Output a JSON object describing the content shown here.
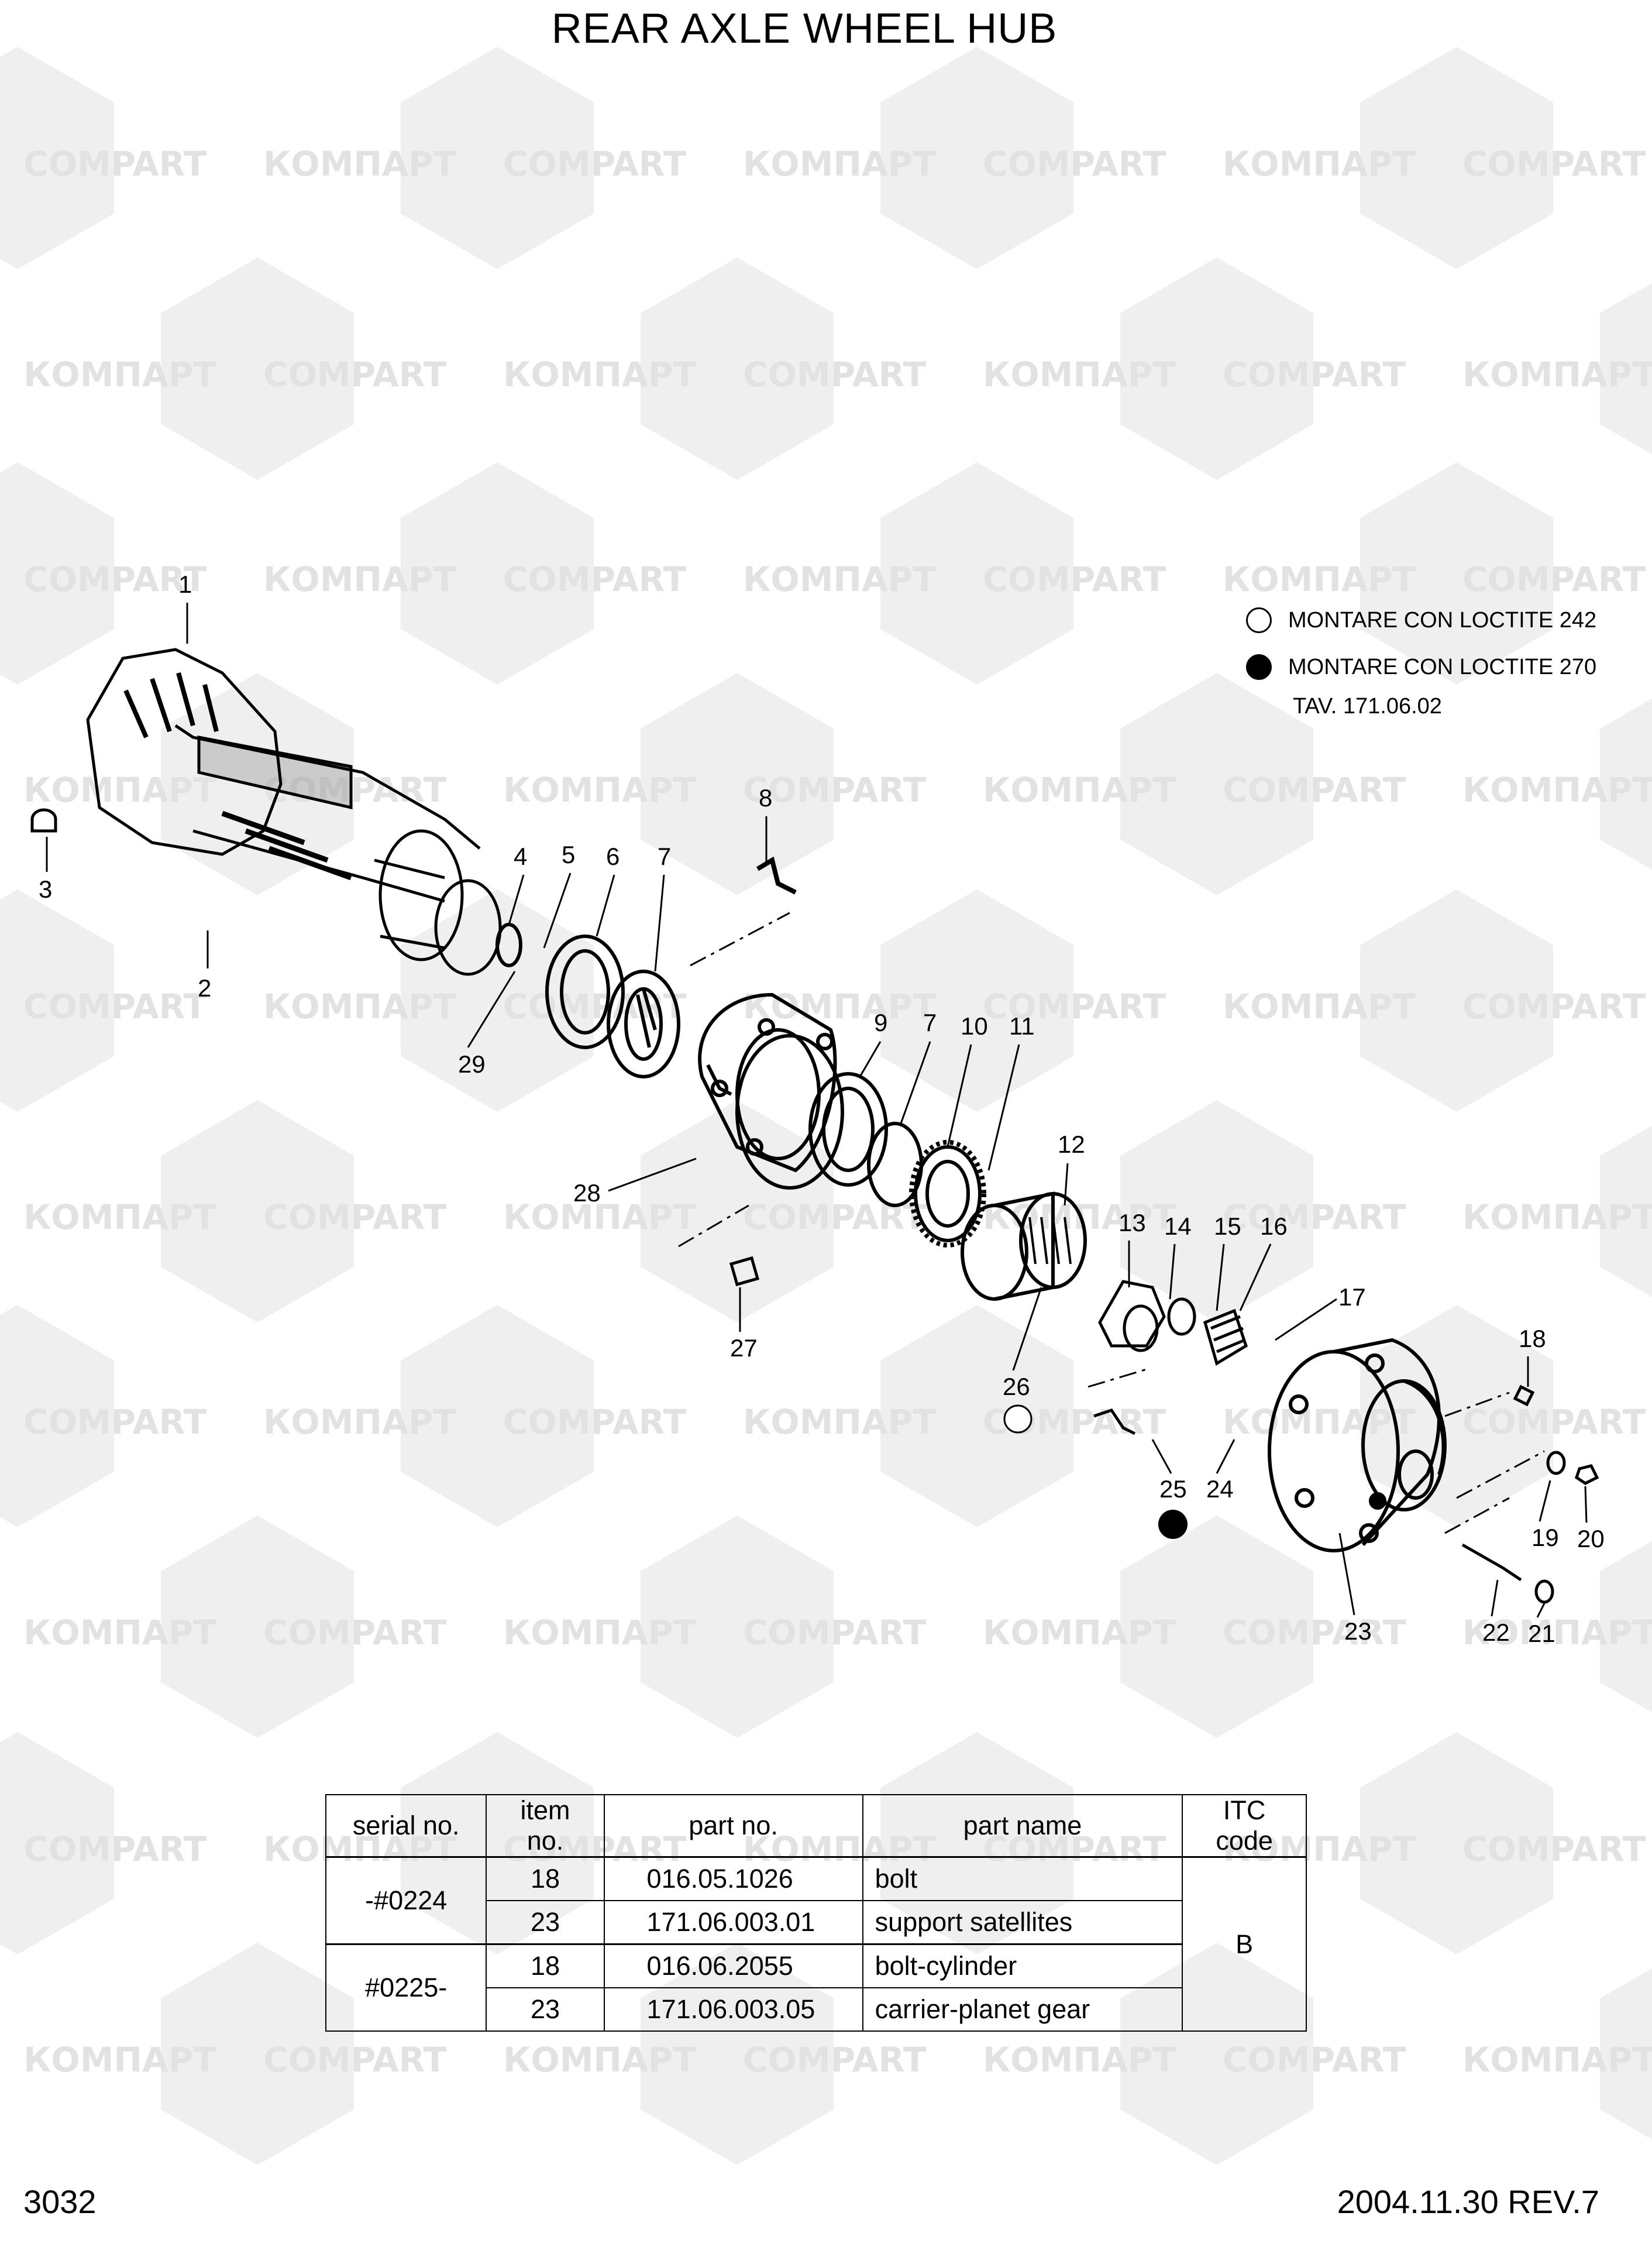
{
  "title": "REAR AXLE WHEEL HUB",
  "legend": {
    "items": [
      {
        "symbol": "hollow-circle",
        "text": "MONTARE CON LOCTITE 242"
      },
      {
        "symbol": "filled-circle",
        "text": "MONTARE CON LOCTITE 270"
      }
    ],
    "reference": "TAV. 171.06.02"
  },
  "callouts": [
    "1",
    "2",
    "3",
    "4",
    "5",
    "6",
    "7",
    "8",
    "9",
    "7",
    "10",
    "11",
    "12",
    "13",
    "14",
    "15",
    "16",
    "17",
    "18",
    "19",
    "20",
    "21",
    "22",
    "23",
    "24",
    "25",
    "26",
    "27",
    "28",
    "29"
  ],
  "watermark": {
    "brand_ru": "КОМПАРТ",
    "brand_en": "COMPART"
  },
  "table": {
    "headers": [
      "serial no.",
      "item no.",
      "part no.",
      "part name",
      "ITC code"
    ],
    "groups": [
      {
        "serial": "-#0224",
        "rows": [
          {
            "item": "18",
            "part_no": "016.05.1026",
            "part_name": "bolt"
          },
          {
            "item": "23",
            "part_no": "171.06.003.01",
            "part_name": "support satellites"
          }
        ]
      },
      {
        "serial": "#0225-",
        "rows": [
          {
            "item": "18",
            "part_no": "016.06.2055",
            "part_name": "bolt-cylinder"
          },
          {
            "item": "23",
            "part_no": "171.06.003.05",
            "part_name": "carrier-planet gear"
          }
        ]
      }
    ],
    "itc_code": "B"
  },
  "footer": {
    "page": "3032",
    "date_rev": "2004.11.30  REV.7"
  }
}
